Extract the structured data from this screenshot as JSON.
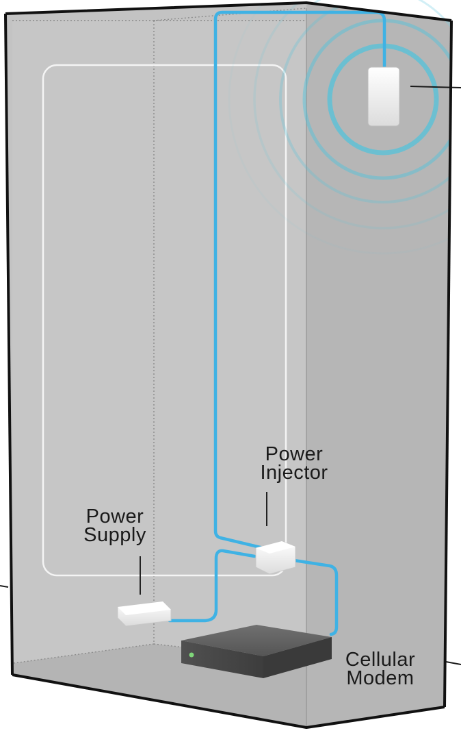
{
  "labels": {
    "power_injector": [
      "Power",
      "Injector"
    ],
    "power_supply": [
      "Power",
      "Supply"
    ],
    "cellular_modem": [
      "Cellular",
      "Modem"
    ]
  },
  "colors": {
    "enclosure_front": "#c2c2c2",
    "enclosure_side": "#b5b5b5",
    "enclosure_edge": "#111111",
    "cable": "#3fb2e4",
    "signal_wave": "#4ec3dc",
    "device_white": "#f1f1f1",
    "modem_body": "#4b4b4b",
    "modem_led": "#7fd67a"
  },
  "icons": {
    "antenna": "antenna-icon",
    "signal": "wifi-signal-icon",
    "power_supply": "power-supply-icon",
    "power_injector": "power-injector-icon",
    "modem": "modem-icon"
  }
}
